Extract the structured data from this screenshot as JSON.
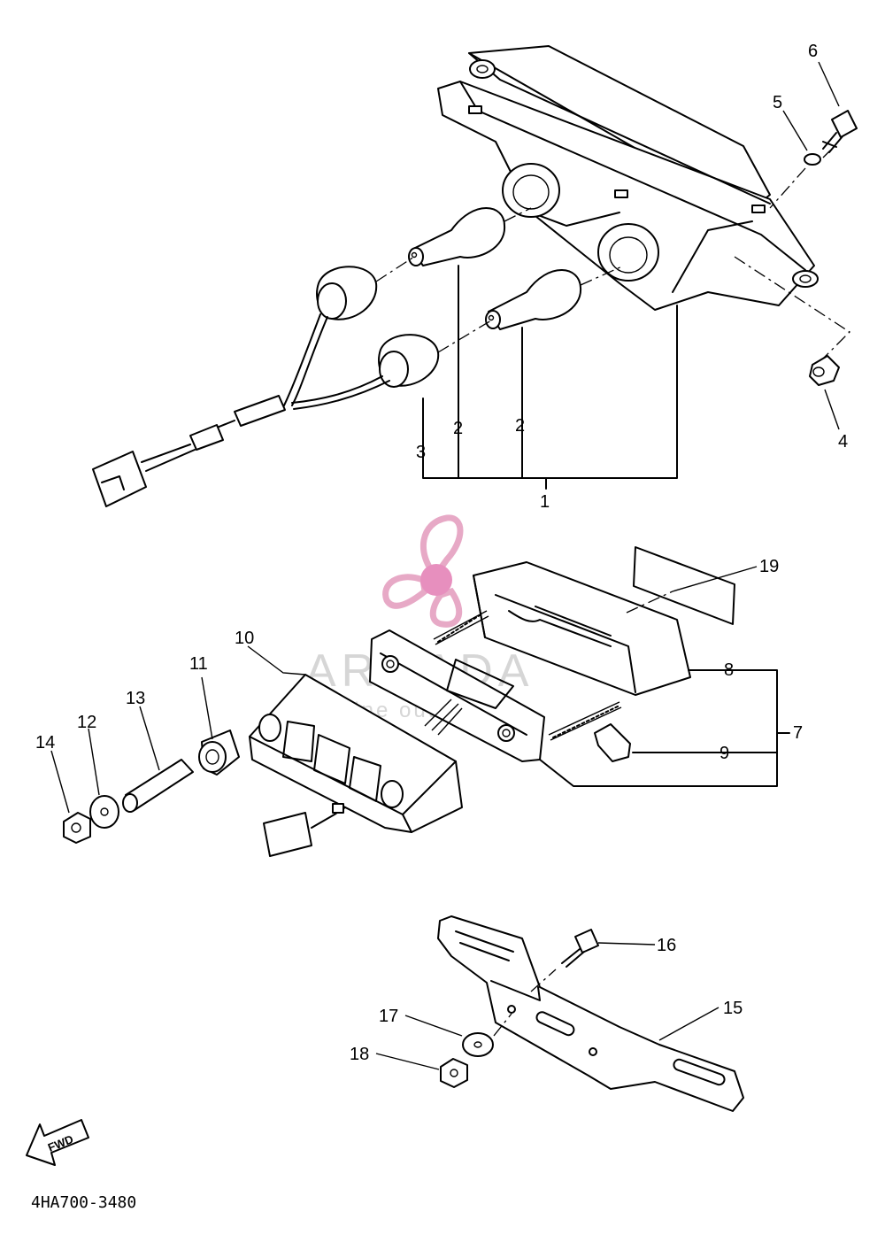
{
  "watermark": {
    "brand": "ARMADA",
    "tagline": "marine outboards",
    "color_logo": "#e7a9c6",
    "color_logo_center": "#e78fbe",
    "color_text": "#d6d6d6"
  },
  "diagram_code": "4HA700-3480",
  "fwd_arrow_text": "FWD",
  "callouts": {
    "c1": "1",
    "c2a": "2",
    "c2b": "2",
    "c3": "3",
    "c4": "4",
    "c5": "5",
    "c6": "6",
    "c7": "7",
    "c8": "8",
    "c9": "9",
    "c10": "10",
    "c11": "11",
    "c12": "12",
    "c13": "13",
    "c14": "14",
    "c15": "15",
    "c16": "16",
    "c17": "17",
    "c18": "18",
    "c19": "19"
  }
}
